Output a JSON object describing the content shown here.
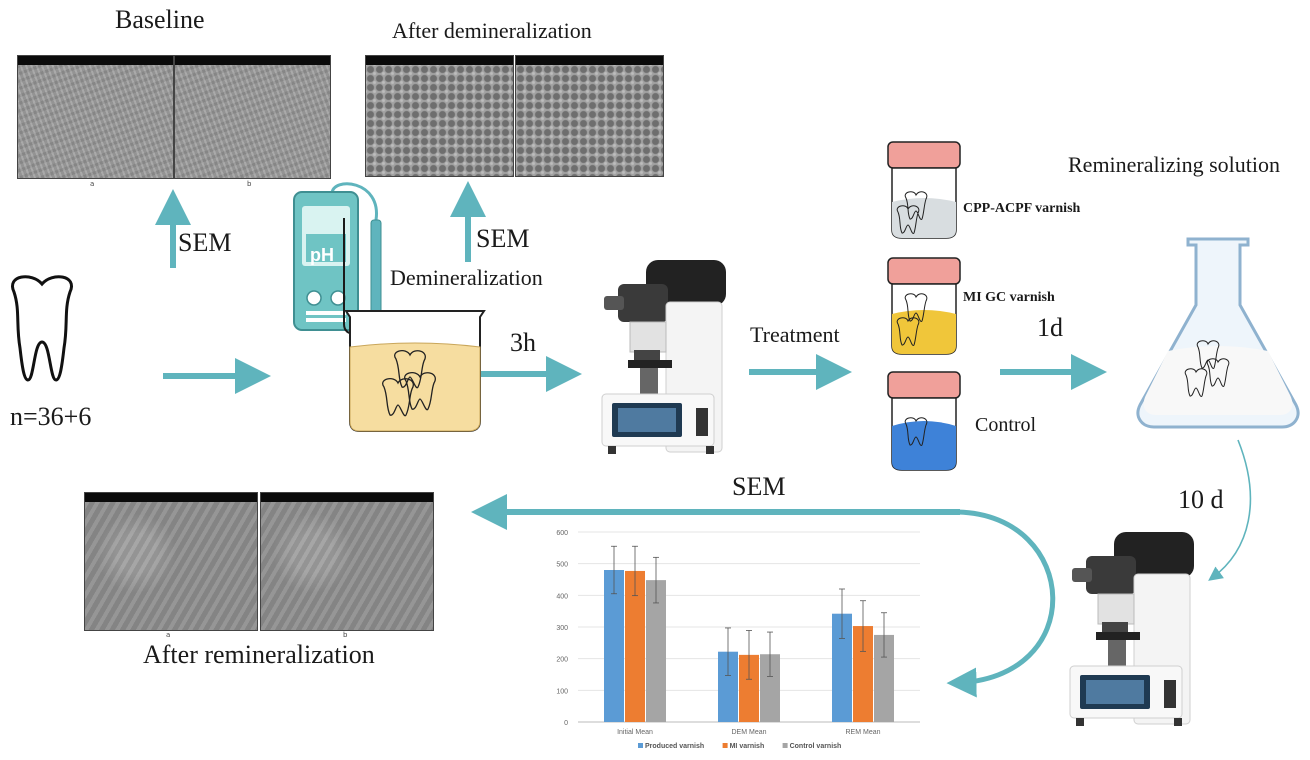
{
  "titles": {
    "baseline": "Baseline",
    "after_dem": "After demineralization",
    "after_rem": "After remineralization",
    "remin_solution": "Remineralizing solution"
  },
  "steps": {
    "sem_1": "SEM",
    "sem_2": "SEM",
    "sem_3": "SEM",
    "demineralization": "Demineralization",
    "time_3h": "3h",
    "treatment": "Treatment",
    "time_1d": "1d",
    "time_10d": "10 d",
    "sample_n": "n=36+6",
    "ph": "pH"
  },
  "groups": {
    "cpp": "CPP-ACPF varnish",
    "mi": "MI GC varnish",
    "control": "Control"
  },
  "sem_sublabels": [
    "a",
    "b"
  ],
  "colors": {
    "arrow": "#5fb4bd",
    "cpp_liquid": "#d8dde0",
    "mi_liquid": "#f0c63a",
    "control_liquid": "#3e82d8",
    "lid": "#f0a09a",
    "produced": "#5b9bd5",
    "mi_bar": "#ed7d31",
    "control_bar": "#a5a5a5"
  },
  "chart_data": {
    "type": "bar",
    "categories": [
      "Initial Mean",
      "DEM Mean",
      "REM Mean"
    ],
    "series": [
      {
        "name": "Produced varnish",
        "values": [
          480,
          222,
          342
        ],
        "errors": [
          75,
          75,
          78
        ]
      },
      {
        "name": "MI varnish",
        "values": [
          477,
          212,
          303
        ],
        "errors": [
          78,
          77,
          80
        ]
      },
      {
        "name": "Control varnish",
        "values": [
          448,
          214,
          275
        ],
        "errors": [
          72,
          70,
          70
        ]
      }
    ],
    "yticks": [
      0,
      100,
      200,
      300,
      400,
      500,
      600
    ],
    "ylim": [
      0,
      600
    ],
    "legend": "bottom"
  }
}
